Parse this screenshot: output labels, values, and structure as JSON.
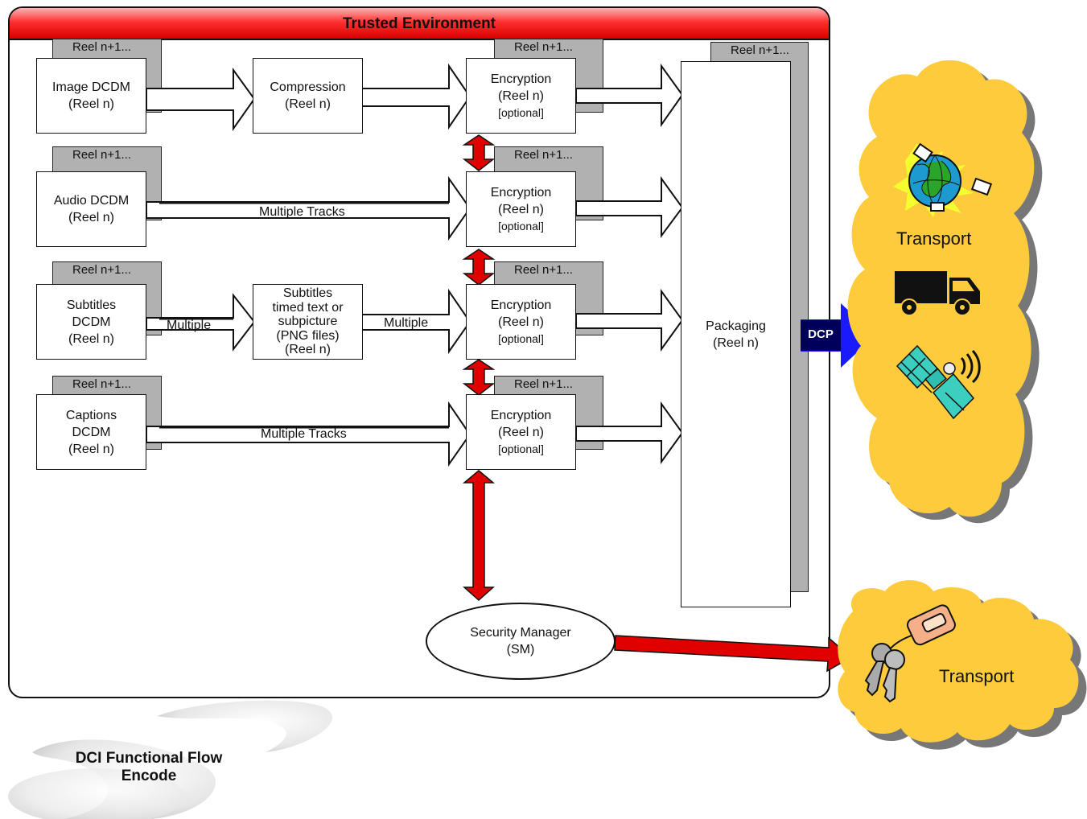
{
  "environment": {
    "title": "Trusted Environment"
  },
  "reel_next_label": "Reel n+1...",
  "sources": [
    {
      "line1": "Image DCDM",
      "line2": "(Reel n)",
      "line3": ""
    },
    {
      "line1": "Audio DCDM",
      "line2": "(Reel n)",
      "line3": ""
    },
    {
      "line1": "Subtitles",
      "line2": "DCDM",
      "line3": "(Reel n)"
    },
    {
      "line1": "Captions",
      "line2": "DCDM",
      "line3": "(Reel n)"
    }
  ],
  "compression": {
    "line1": "Compression",
    "line2": "(Reel n)"
  },
  "subtitles_proc": {
    "lines": [
      "Subtitles",
      "timed text or",
      "subpicture",
      "(PNG files)",
      "(Reel n)"
    ]
  },
  "encryption": {
    "line1": "Encryption",
    "line2": "(Reel n)",
    "line3": "[optional]"
  },
  "flow_labels": {
    "multiple_tracks": "Multiple Tracks",
    "multiple": "Multiple"
  },
  "packaging": {
    "line1": "Packaging",
    "line2": "(Reel n)"
  },
  "security_manager": {
    "line1": "Security Manager",
    "line2": "(SM)"
  },
  "dcp_label": "DCP",
  "transport_clouds": [
    {
      "label": "Transport",
      "icons": [
        "globe-satellite-icon",
        "truck-icon",
        "satellite-icon"
      ]
    },
    {
      "label": "Transport",
      "icons": [
        "keys-icon"
      ]
    }
  ],
  "branding": {
    "line1": "DCI Functional Flow",
    "line2": "Encode"
  },
  "colors": {
    "header_red": "#e00000",
    "arrow_red": "#e00000",
    "cloud_yellow": "#fdcb3c",
    "dcp_blue": "#1a1aff",
    "reel_gray": "#b1b1b1"
  }
}
